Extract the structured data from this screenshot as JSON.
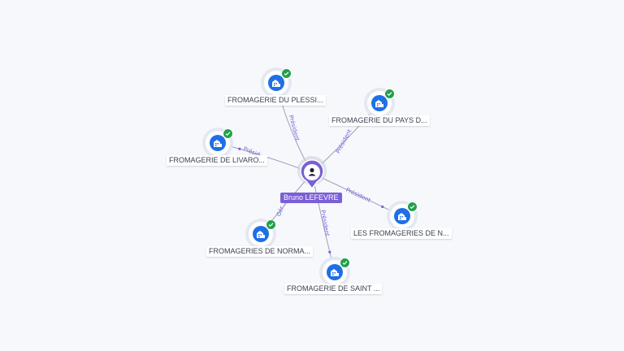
{
  "person": {
    "name": "Bruno LEFEVRE",
    "icon": "person-icon"
  },
  "companies": [
    {
      "id": "plessis",
      "label": "FROMAGERIE DU PLESSI...",
      "icon": "building-icon",
      "verified": true
    },
    {
      "id": "pays",
      "label": "FROMAGERIE DU PAYS D...",
      "icon": "building-icon",
      "verified": true
    },
    {
      "id": "livarot",
      "label": "FROMAGERIE DE LIVARO...",
      "icon": "building-icon",
      "verified": true
    },
    {
      "id": "nles",
      "label": "LES FROMAGERIES DE N...",
      "icon": "building-icon",
      "verified": true
    },
    {
      "id": "norma",
      "label": "FROMAGERIES DE NORMA...",
      "icon": "building-icon",
      "verified": true
    },
    {
      "id": "saint",
      "label": "FROMAGERIE DE SAINT ...",
      "icon": "building-icon",
      "verified": true
    }
  ],
  "edges": [
    {
      "to": "plessis",
      "label": "Président"
    },
    {
      "to": "pays",
      "label": "Président"
    },
    {
      "to": "livarot",
      "label": "Présid..."
    },
    {
      "to": "nles",
      "label": "Président"
    },
    {
      "to": "norma",
      "label": "Gér..."
    },
    {
      "to": "saint",
      "label": "Président"
    }
  ],
  "colors": {
    "accent": "#7b5fd6",
    "company_icon": "#1f6fe6",
    "verified": "#22a04b",
    "background": "#f6f8fc"
  }
}
